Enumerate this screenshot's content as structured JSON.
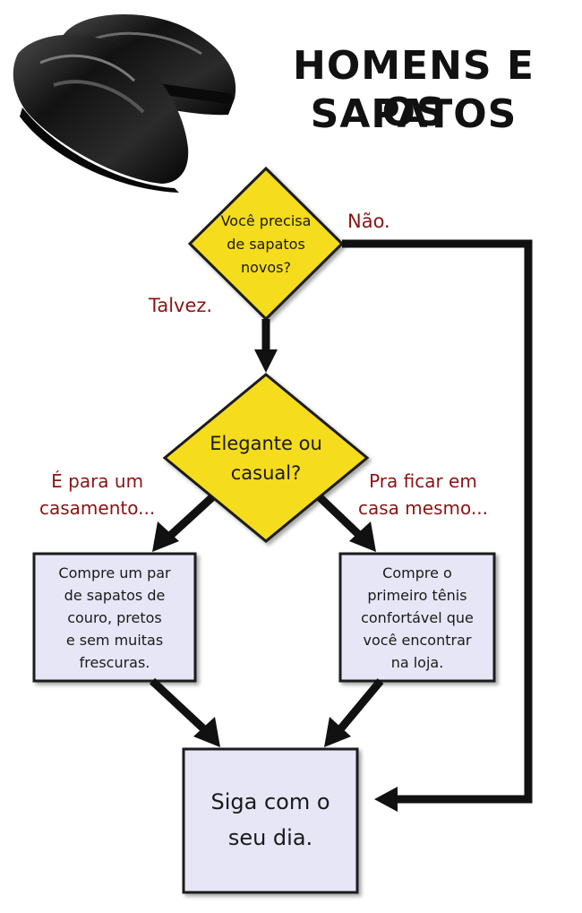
{
  "title": {
    "line1": "HOMENS E OS",
    "line2": "SAPATOS"
  },
  "nodes": {
    "question_new": "Você precisa\nde sapatos\nnovos?",
    "question_style": "Elegante ou\ncasual?",
    "box_formal": "Compre um par\nde sapatos de\ncouro, pretos\ne sem muitas\nfrescuras.",
    "box_casual": "Compre o\nprimeiro tênis\nconfortável que\nvocê encontrar\nna loja.",
    "box_end": "Siga com o\nseu dia."
  },
  "labels": {
    "no": "Não.",
    "maybe": "Talvez.",
    "wedding": "É para um\ncasamento...",
    "home": "Pra ficar em\ncasa mesmo..."
  },
  "colors": {
    "diamond_fill": "#f5dc1e",
    "box_fill": "#e6e6f7",
    "arrow": "#111111",
    "label_text": "#8b1414"
  },
  "icons": {
    "illustration": "loafer-shoes-icon"
  }
}
